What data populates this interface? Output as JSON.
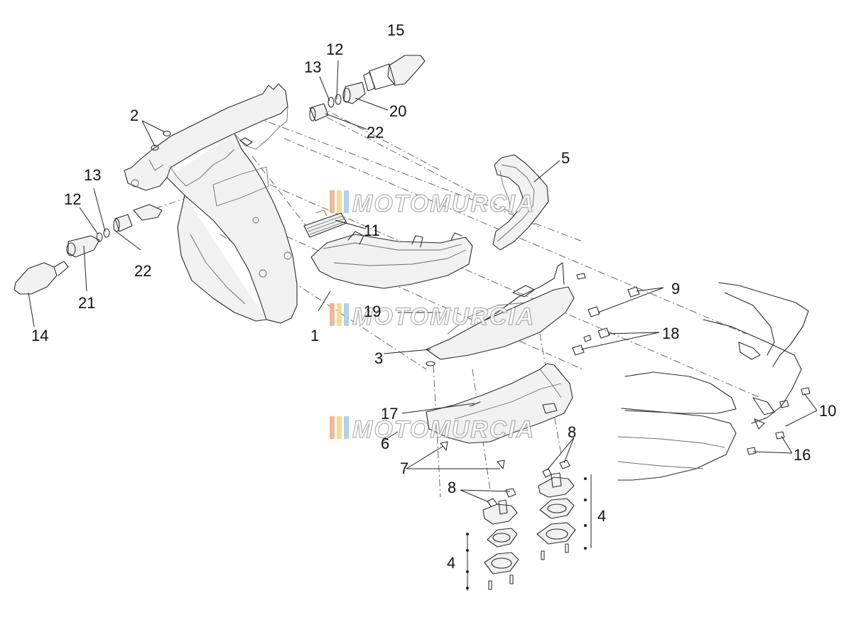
{
  "diagram": {
    "callouts": [
      "1",
      "2",
      "3",
      "4",
      "4",
      "5",
      "6",
      "7",
      "8",
      "8",
      "9",
      "10",
      "11",
      "12",
      "12",
      "13",
      "13",
      "14",
      "15",
      "16",
      "17",
      "18",
      "19",
      "20",
      "21",
      "22",
      "22"
    ],
    "watermark": "MOTOMURCIA"
  }
}
